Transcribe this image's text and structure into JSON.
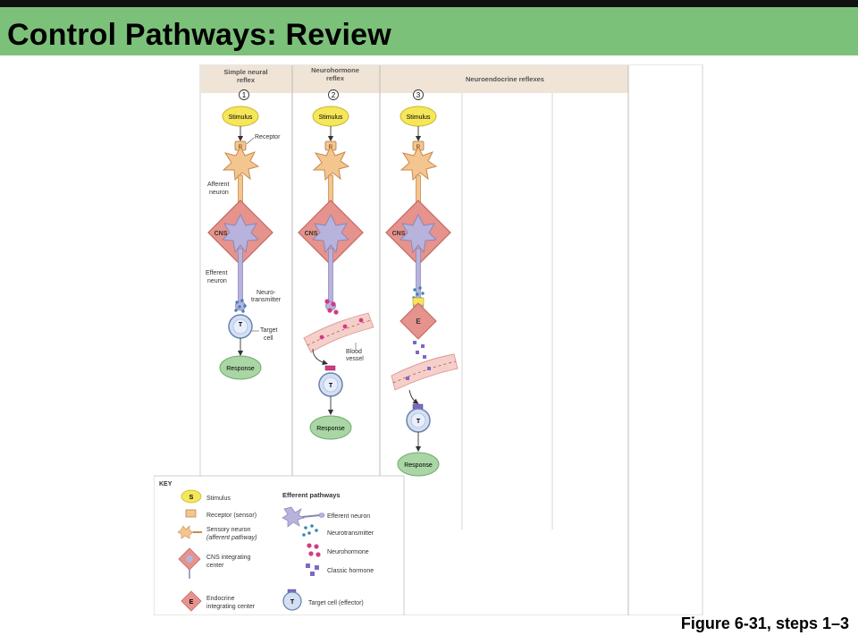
{
  "slide": {
    "title": "Control Pathways: Review",
    "caption": "Figure 6-31, steps 1–3"
  },
  "columns": [
    {
      "number": "1",
      "heading_line1": "Simple neural",
      "heading_line2": "reflex"
    },
    {
      "number": "2",
      "heading_line1": "Neurohormone",
      "heading_line2": "reflex"
    },
    {
      "number": "3",
      "heading_line1": "Neuroendocrine reflexes",
      "heading_line2": ""
    }
  ],
  "pathway": {
    "stimulus": "Stimulus",
    "response": "Response",
    "receptor_letter": "R",
    "cns": "CNS",
    "target_letter": "T",
    "endocrine_letter": "E"
  },
  "labels": {
    "receptor": "Receptor",
    "afferent_line1": "Afferent",
    "afferent_line2": "neuron",
    "efferent_line1": "Efferent",
    "efferent_line2": "neuron",
    "neuro_line1": "Neuro-",
    "neuro_line2": "transmitter",
    "target_line1": "Target",
    "target_line2": "cell",
    "blood_line1": "Blood",
    "blood_line2": "vessel"
  },
  "key": {
    "title": "KEY",
    "stimulus": "Stimulus",
    "stimulus_letter": "S",
    "receptor": "Receptor (sensor)",
    "sensory_line1": "Sensory neuron",
    "sensory_line2": "(afferent pathway)",
    "cns_line1": "CNS integrating",
    "cns_line2": "center",
    "endocrine_line1": "Endocrine",
    "endocrine_line2": "integrating center",
    "efferent_title": "Efferent pathways",
    "efferent_neuron": "Efferent neuron",
    "neurotransmitter": "Neurotransmitter",
    "neurohormone": "Neurohormone",
    "classic_hormone": "Classic hormone",
    "target_cell": "Target cell (effector)"
  },
  "colors": {
    "title_bar": "#7cc17a",
    "header_bg": "#efe4d6",
    "stimulus": "#f5e65a",
    "response": "#a9d6a4",
    "cns": "#e5938c",
    "sensory_neuron": "#f3c58f",
    "efferent_neuron": "#b7b3dd",
    "target": "#d4dff3",
    "neurotransmitter": "#3c86b6",
    "neurohormone": "#d23b84",
    "classic_hormone": "#7d68c6",
    "vessel": "#f6cfca"
  }
}
